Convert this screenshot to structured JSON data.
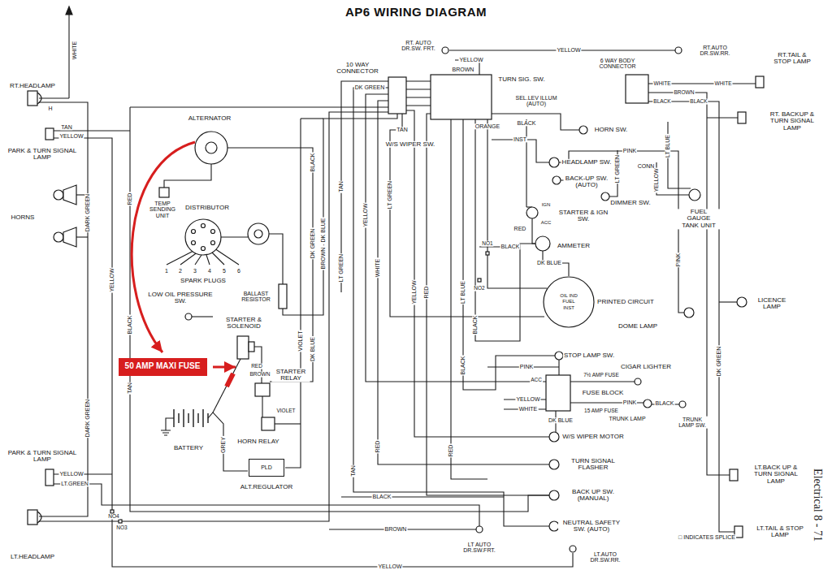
{
  "diagram": {
    "title": "AP6 WIRING DIAGRAM",
    "nodes": [
      {
        "text": [
          "50 AMP MAXI FUSE"
        ]
      },
      {
        "text": [
          "PLD"
        ]
      },
      {
        "text": [
          "OIL IND",
          "FUEL",
          "INST"
        ]
      }
    ],
    "labels": [
      "RT.HEADLAMP",
      "WHITE",
      "H",
      "TAN",
      "YELLOW",
      "PARK & TURN SIGNAL LAMP",
      "HORNS",
      "DARK GREEN",
      "YELLOW",
      "RED",
      "BLACK",
      "TAN",
      "DARK GREEN",
      "PARK & TURN SIGNAL LAMP",
      "YELLOW",
      "LT.GREEN",
      "NO4",
      "NO3",
      "LT.HEADLAMP",
      "ALTERNATOR",
      "BLACK",
      "TEMP SENDING UNIT",
      "DISTRIBUTOR",
      "1",
      "2",
      "3",
      "4",
      "5",
      "6",
      "SPARK PLUGS",
      "LOW OIL PRESSURE SW.",
      "BALLAST RESISTOR",
      "DK GREEN",
      "BROWN - DK BLUE",
      "VIOLET",
      "DK BLUE",
      "STARTER & SOLENOID",
      "RED",
      "BROWN",
      "STARTER RELAY",
      "BATTERY",
      "VIOLET",
      "HORN RELAY",
      "ALT.REGULATOR",
      "GREY",
      "TAN",
      "LT GREEN",
      "YELLOW",
      "WHITE",
      "LT GREEN",
      "YELLOW",
      "RED",
      "LT BLUE",
      "RED",
      "TAN",
      "RED",
      "BLACK",
      "BLACK",
      "RT. AUTO DR.SW. FRT.",
      "YELLOW",
      "YELLOW",
      "10 WAY CONNECTOR",
      "DK GREEN",
      "BROWN",
      "TURN SIG. SW.",
      "SEL.LEV ILLUM (AUTO)",
      "ORANGE",
      "BLACK",
      "TAN",
      "HORN SW.",
      "W/S WIPER SW.",
      "INST",
      "HEADLAMP SW.",
      "PINK",
      "CONN",
      "BACK-UP SW. (AUTO)",
      "LT GREEN",
      "LT BLUE",
      "YELLOW",
      "DIMMER SW.",
      "FUEL GAUGE TANK UNIT",
      "STARTER & IGN SW.",
      "IGN",
      "ACC",
      "RED",
      "NO1",
      "BLACK",
      "AMMETER",
      "DK BLUE",
      "NO2",
      "PRINTED CIRCUIT",
      "PINK",
      "DOME LAMP",
      "LICENCE LAMP",
      "DK GREEN",
      "STOP LAMP SW.",
      "PINK",
      "CIGAR LIGHTER",
      "7½ AMP FUSE",
      "ACC",
      "FUSE BLOCK",
      "YELLOW",
      "PINK",
      "BLACK",
      "WHITE",
      "15 AMP FUSE",
      "TRUNK LAMP",
      "TRUNK LAMP SW.",
      "DK BLUE",
      "W/S WIPER MOTOR",
      "TURN SIGNAL FLASHER",
      "BACK UP SW. (MANUAL)",
      "BLACK",
      "NEUTRAL SAFETY SW. (AUTO)",
      "BROWN",
      "LT AUTO DR.SW.FRT.",
      "LT.AUTO DR.SW.RR.",
      "YELLOW",
      "RT.AUTO DR.SW.RR.",
      "RT.TAIL & STOP LAMP",
      "6 WAY BODY CONNECTOR",
      "WHITE",
      "BROWN",
      "BLACK",
      "WHITE",
      "BLACK",
      "RT. BACKUP & TURN SIGNAL LAMP",
      "LT.BACK UP & TURN SIGNAL LAMP",
      "LT.TAIL & STOP LAMP",
      "□ INDICATES SPLICE",
      "Electrical 8 - 71"
    ]
  }
}
